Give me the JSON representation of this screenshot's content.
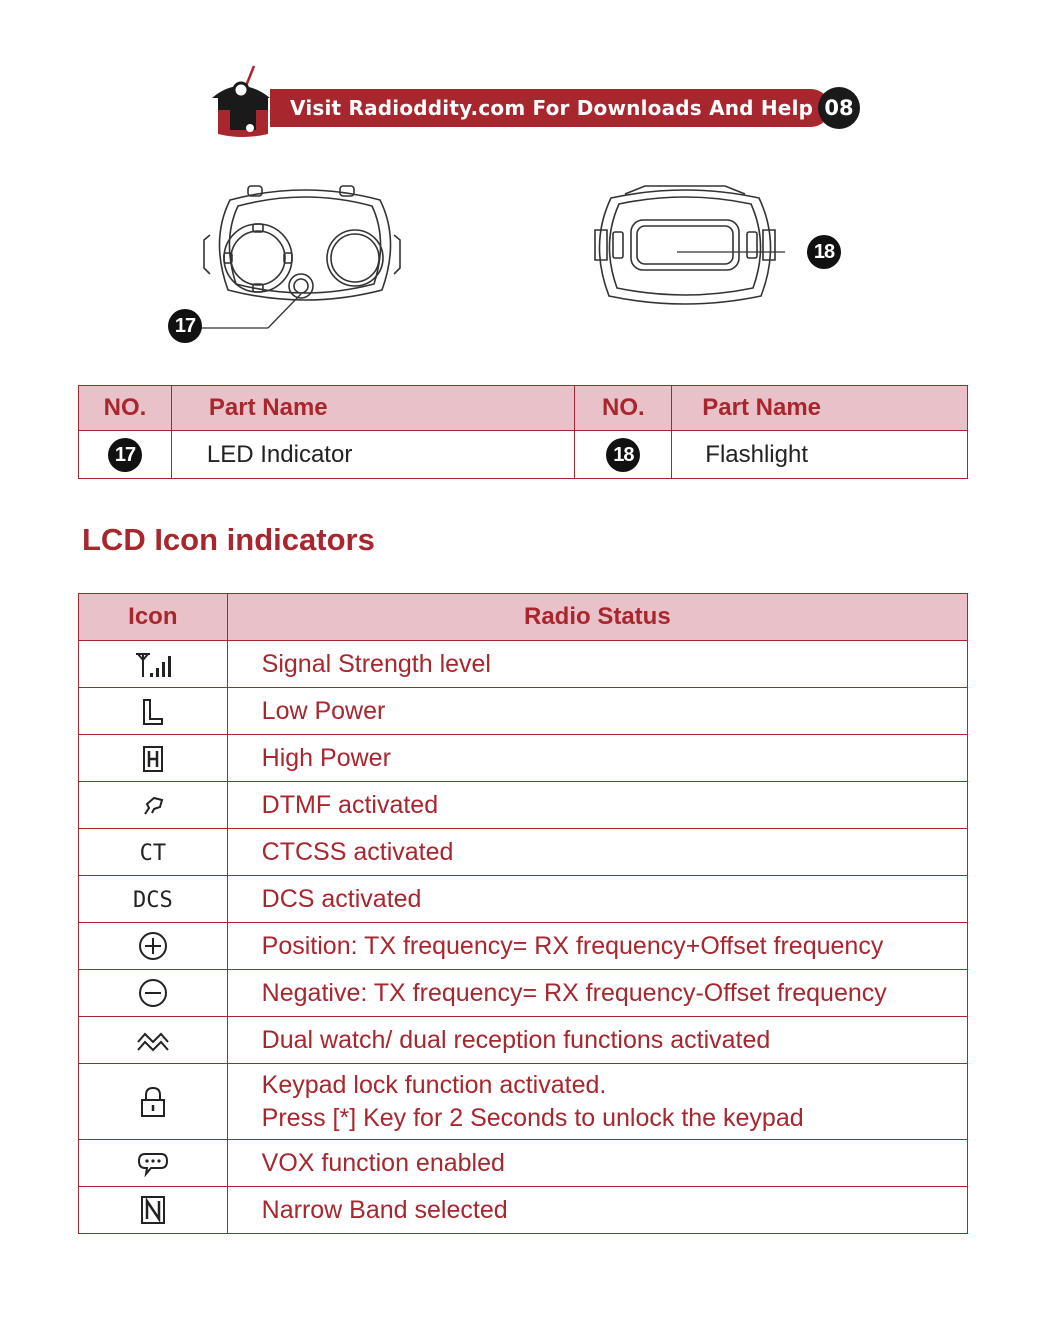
{
  "header": {
    "banner_text": "Visit Radioddity.com For Downloads And Help",
    "page_number": "08"
  },
  "illustrations": {
    "left_callout": "17",
    "right_callout": "18"
  },
  "parts_table": {
    "headers": {
      "no": "NO.",
      "part_name": "Part Name"
    },
    "rows": [
      {
        "no": "17",
        "name": "LED Indicator"
      },
      {
        "no": "18",
        "name": "Flashlight"
      }
    ]
  },
  "lcd_section": {
    "title": "LCD Icon indicators",
    "headers": {
      "icon": "Icon",
      "status": "Radio Status"
    },
    "rows": [
      {
        "icon": "signal-strength-icon",
        "status": "Signal Strength level"
      },
      {
        "icon": "low-power-icon",
        "status": "Low Power"
      },
      {
        "icon": "high-power-icon",
        "status": "High Power"
      },
      {
        "icon": "dtmf-icon",
        "status": "DTMF activated"
      },
      {
        "icon_text": "CT",
        "icon": "ctcss-icon",
        "status": "CTCSS activated"
      },
      {
        "icon_text": "DCS",
        "icon": "dcs-icon",
        "status": "DCS activated"
      },
      {
        "icon": "plus-offset-icon",
        "status": "Position: TX frequency= RX frequency+Offset frequency"
      },
      {
        "icon": "minus-offset-icon",
        "status": "Negative: TX frequency= RX frequency-Offset frequency"
      },
      {
        "icon": "dual-watch-icon",
        "status": "Dual watch/ dual reception functions activated"
      },
      {
        "icon": "keypad-lock-icon",
        "status_line1": "Keypad lock function activated.",
        "status_line2": "Press [*] Key for 2 Seconds to unlock the keypad"
      },
      {
        "icon": "vox-icon",
        "status": "VOX function enabled"
      },
      {
        "icon": "narrow-band-icon",
        "status": "Narrow Band selected"
      }
    ]
  },
  "colors": {
    "accent": "#a8262e",
    "header_fill": "#e8c2c8",
    "badge": "#111111"
  }
}
